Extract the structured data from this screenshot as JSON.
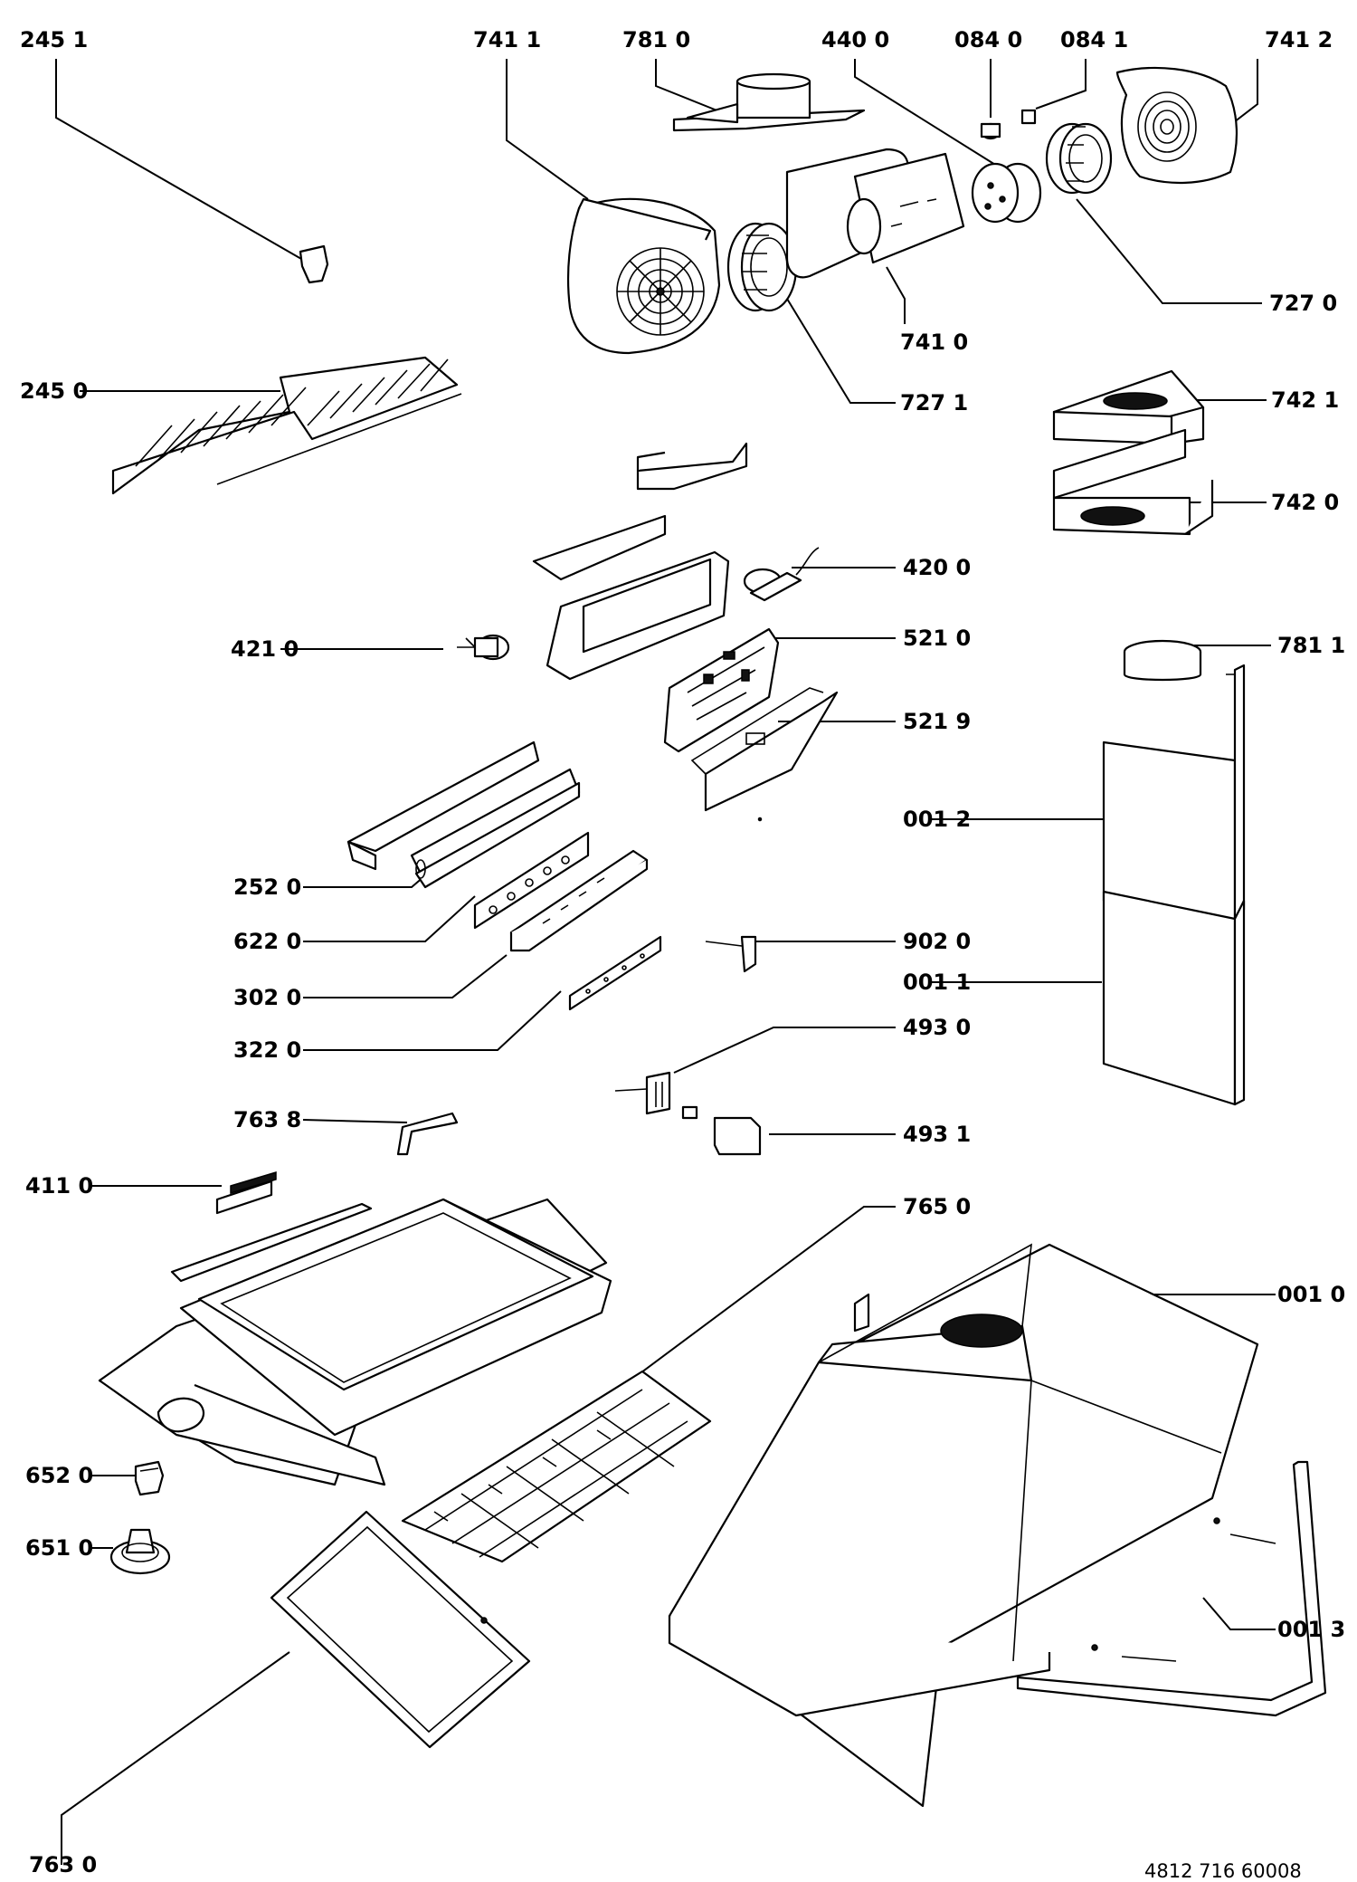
{
  "labels": {
    "l2451": "245 1",
    "l7411": "741 1",
    "l7810": "781 0",
    "l4400": "440 0",
    "l0840": "084 0",
    "l0841": "084 1",
    "l7412": "741 2",
    "l7270": "727 0",
    "l7410": "741 0",
    "l7271": "727 1",
    "l2450": "245 0",
    "l7421": "742 1",
    "l7420": "742 0",
    "l4200": "420 0",
    "l4210": "421 0",
    "l5210": "521 0",
    "l7811": "781 1",
    "l5219": "521 9",
    "l0012": "001 2",
    "l2520": "252 0",
    "l6220": "622 0",
    "l9020": "902 0",
    "l0011": "001 1",
    "l3020": "302 0",
    "l3220": "322 0",
    "l4930": "493 0",
    "l7638": "763 8",
    "l4931": "493 1",
    "l4110": "411 0",
    "l7650": "765 0",
    "l0010": "001 0",
    "l6520": "652 0",
    "l6510": "651 0",
    "l0013": "001 3",
    "l7630": "763 0"
  },
  "doc_code": "4812 716 60008"
}
